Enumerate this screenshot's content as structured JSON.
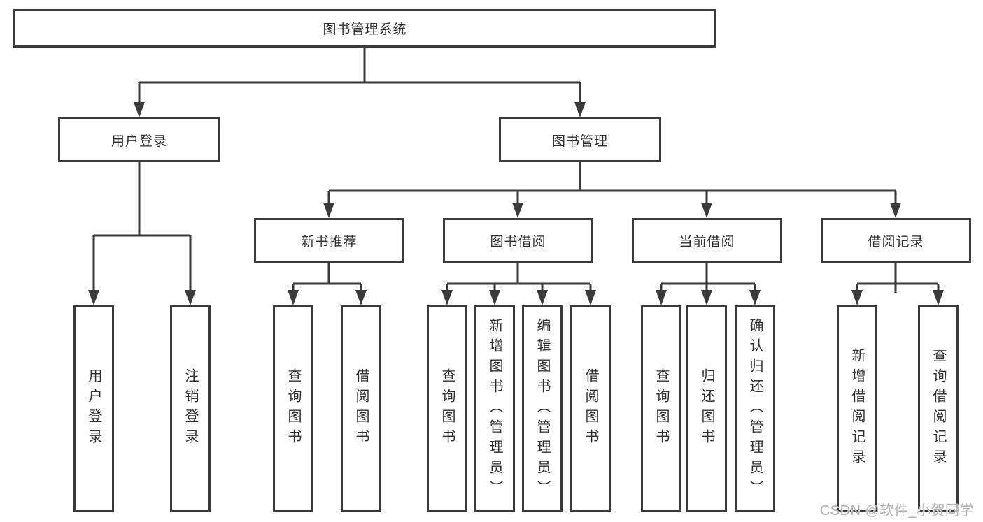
{
  "diagram": {
    "root": {
      "label": "图书管理系统"
    },
    "branches": [
      {
        "label": "用户登录",
        "children": [
          "用户登录",
          "注销登录"
        ]
      },
      {
        "label": "图书管理",
        "modules": [
          {
            "label": "新书推荐",
            "children": [
              "查询图书",
              "借阅图书"
            ]
          },
          {
            "label": "图书借阅",
            "children": [
              "查询图书",
              "新增图书（管理员）",
              "编辑图书（管理员）",
              "借阅图书"
            ]
          },
          {
            "label": "当前借阅",
            "children": [
              "查询图书",
              "归还图书",
              "确认归还（管理员）"
            ]
          },
          {
            "label": "借阅记录",
            "children": [
              "新增借阅记录",
              "查询借阅记录"
            ]
          }
        ]
      }
    ]
  },
  "watermark": {
    "text": "CSDN @软件_小贺同学"
  },
  "colors": {
    "line": "#3a3a3a",
    "text": "#2f2f2f",
    "watermark": "#b3b3b3",
    "background": "#ffffff"
  }
}
